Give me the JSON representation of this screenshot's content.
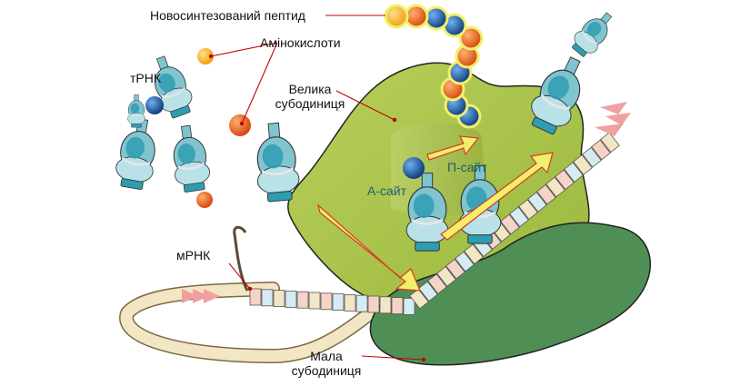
{
  "labels": {
    "peptide": "Новосинтезований пептид",
    "amino_acids": "Амінокислоти",
    "trna": "тРНК",
    "large_subunit_l1": "Велика",
    "large_subunit_l2": "субодиниця",
    "a_site": "А-сайт",
    "p_site": "П-сайт",
    "mrna": "мРНК",
    "small_subunit_l1": "Мала",
    "small_subunit_l2": "субодиниця"
  },
  "colors": {
    "large_subunit": "#a6c24a",
    "small_subunit": "#4f8f55",
    "trna_body": "#7fc4cf",
    "trna_dark": "#2f9db0",
    "amino_acid_orange": "#e8641c",
    "amino_acid_blue": "#1f63a8",
    "amino_acid_yellow": "#f5b324",
    "arrow": "#f2ef6a",
    "leader_dot": "#c00000"
  }
}
